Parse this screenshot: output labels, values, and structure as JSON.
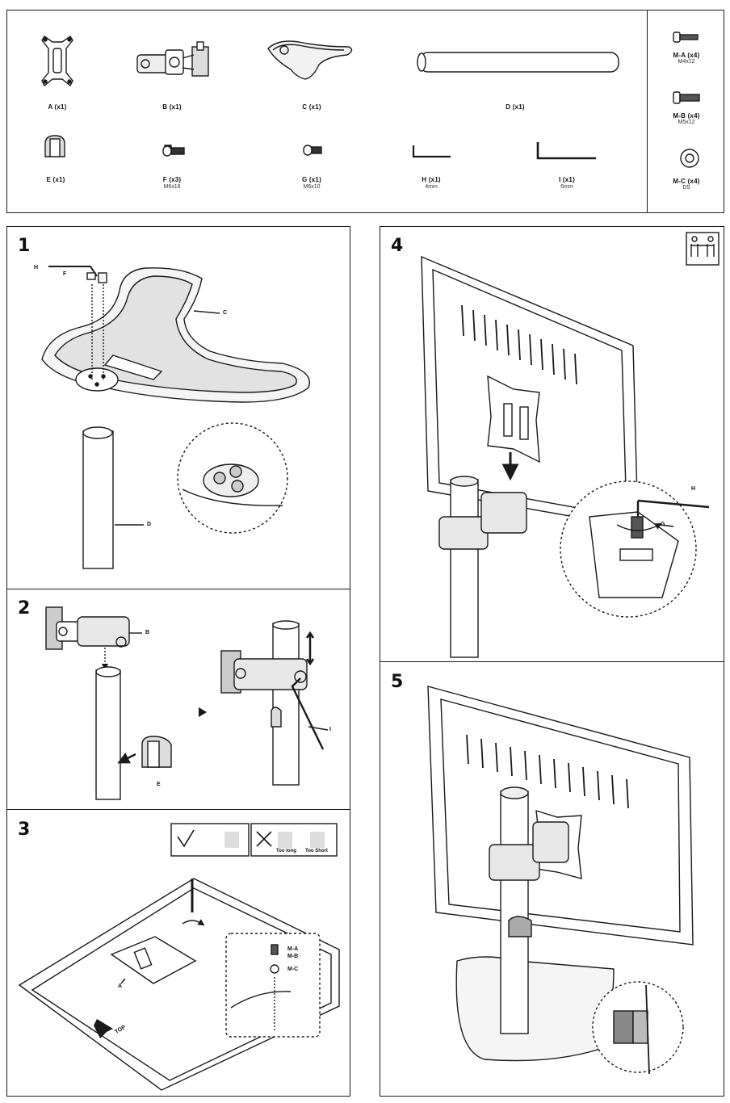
{
  "parts": [
    {
      "id": "A",
      "qty": "(x1)",
      "spec": ""
    },
    {
      "id": "B",
      "qty": "(x1)",
      "spec": ""
    },
    {
      "id": "C",
      "qty": "(x1)",
      "spec": ""
    },
    {
      "id": "D",
      "qty": "(x1)",
      "spec": ""
    },
    {
      "id": "E",
      "qty": "(x1)",
      "spec": ""
    },
    {
      "id": "F",
      "qty": "(x3)",
      "spec": "M6x16"
    },
    {
      "id": "G",
      "qty": "(x1)",
      "spec": "M6x10"
    },
    {
      "id": "H",
      "qty": "(x1)",
      "spec": "4mm"
    },
    {
      "id": "I",
      "qty": "(x1)",
      "spec": "6mm"
    }
  ],
  "hardware": [
    {
      "id": "M-A",
      "qty": "(x4)",
      "spec": "M4x12"
    },
    {
      "id": "M-B",
      "qty": "(x4)",
      "spec": "M5x12"
    },
    {
      "id": "M-C",
      "qty": "(x4)",
      "spec": "D5"
    }
  ],
  "steps": {
    "s1": {
      "num": "1",
      "callouts": {
        "h": "H",
        "f": "F",
        "c": "C",
        "d": "D"
      }
    },
    "s2": {
      "num": "2",
      "callouts": {
        "b": "B",
        "e": "E",
        "i": "I"
      }
    },
    "s3": {
      "num": "3",
      "callouts": {
        "a": "A",
        "top": "TOP",
        "ma": "M-A",
        "mb": "M-B",
        "mc": "M-C"
      },
      "check": {
        "too_long": "Too long",
        "too_short": "Too Short"
      }
    },
    "s4": {
      "num": "4",
      "callouts": {
        "h": "H",
        "g": "G"
      }
    },
    "s5": {
      "num": "5"
    }
  }
}
